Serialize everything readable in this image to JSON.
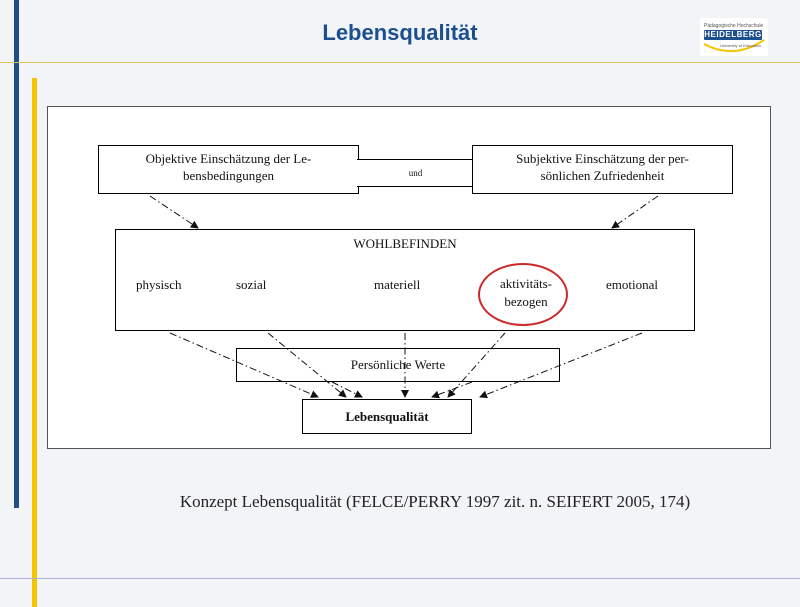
{
  "slide": {
    "title": "Lebensqualität",
    "caption": "Konzept Lebensqualität (FELCE/PERRY 1997 zit. n. SEIFERT 2005, 174)"
  },
  "logo": {
    "top_text": "Pädagogische Hochschule",
    "name": "HEIDELBERG",
    "sub_text": "University of Education"
  },
  "diagram": {
    "left_box": "Objektive Einschätzung der Lebensbedingungen",
    "left_line1": "Objektive Einschätzung der Le-",
    "left_line2": "bensbedingungen",
    "connector": "und",
    "right_line1": "Subjektive Einschätzung der per-",
    "right_line2": "sönlichen Zufriedenheit",
    "center_heading": "WOHLBEFINDEN",
    "dimensions": {
      "physisch": "physisch",
      "sozial": "sozial",
      "materiell": "materiell",
      "aktiv_line1": "aktivitäts-",
      "aktiv_line2": "bezogen",
      "emotional": "emotional"
    },
    "values_box": "Persönliche Werte",
    "result_box": "Lebensqualität",
    "highlight_color": "#cc2a2a"
  },
  "colors": {
    "title": "#1c4f8f",
    "blue_bar": "#1e4e86",
    "yellow_bar": "#f5c400"
  }
}
